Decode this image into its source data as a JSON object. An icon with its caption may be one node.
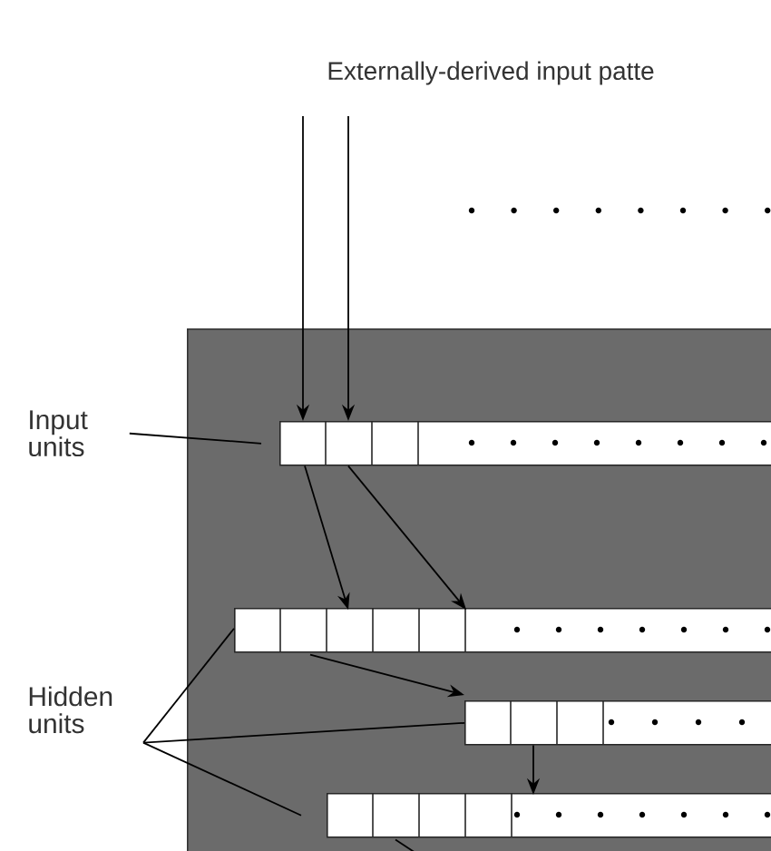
{
  "diagram": {
    "nodes": [
      {
        "text": [],
        "shape": "box"
      },
      {
        "text": [],
        "shape": "bar",
        "in": 0
      },
      {
        "text": [],
        "shape": "bar",
        "in": 0
      },
      {
        "text": [],
        "shape": "bar",
        "in": 0
      },
      {
        "text": [],
        "shape": "bar",
        "in": 0
      },
      {
        "text": [
          "Input units"
        ]
      },
      {
        "text": [
          "Hidden units"
        ]
      }
    ],
    "edges": [
      {
        "from": null,
        "to": 1,
        "arrow": "to"
      },
      {
        "from": null,
        "to": 1,
        "arrow": "to"
      },
      {
        "from": 1,
        "to": 2,
        "arrow": "to"
      },
      {
        "from": 1,
        "to": 2,
        "arrow": "to"
      },
      {
        "from": 2,
        "to": 3,
        "arrow": "to"
      },
      {
        "from": 3,
        "to": 4,
        "arrow": "to"
      },
      {
        "from": 4,
        "to": null,
        "arrow": "none"
      },
      {
        "from": 5,
        "to": 1,
        "arrow": "none"
      },
      {
        "from": 6,
        "to": 2,
        "arrow": "none"
      },
      {
        "from": 6,
        "to": 3,
        "arrow": "none"
      },
      {
        "from": 6,
        "to": 4,
        "arrow": "none"
      }
    ],
    "labels": [
      "Externally-derived input patte"
    ]
  }
}
